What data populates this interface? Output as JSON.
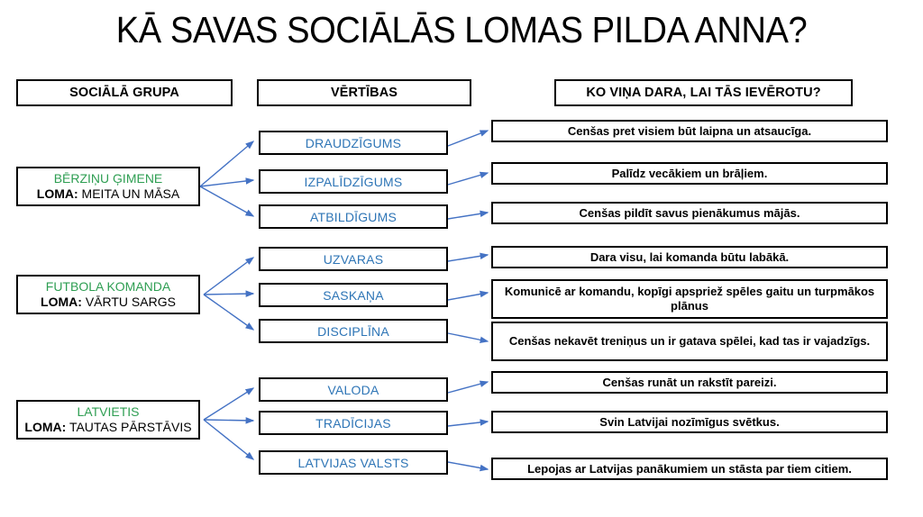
{
  "page": {
    "title": "KĀ SAVAS SOCIĀLĀS LOMAS PILDA ANNA?",
    "accent_green": "#2E9E52",
    "accent_blue": "#2E75B6",
    "arrow_color": "#4472C4",
    "background": "#FFFFFF"
  },
  "headers": {
    "col1": "SOCIĀLĀ GRUPA",
    "col2": "VĒRTĪBAS",
    "col3": "KO VIŅA DARA, LAI TĀS IEVĒROTU?"
  },
  "groups": [
    {
      "name": "BĒRZIŅU ĢIMENE",
      "role_label": "LOMA:",
      "role_value": " MEITA UN MĀSA",
      "values": [
        {
          "label": "DRAUDZĪGUMS",
          "action": "Cenšas pret visiem būt laipna un atsaucīga."
        },
        {
          "label": "IZPALĪDZĪGUMS",
          "action": "Palīdz vecākiem un brāļiem."
        },
        {
          "label": "ATBILDĪGUMS",
          "action": "Cenšas pildīt savus pienākumus mājās."
        }
      ]
    },
    {
      "name": "FUTBOLA KOMANDA",
      "role_label": "LOMA:",
      "role_value": " VĀRTU SARGS",
      "values": [
        {
          "label": "UZVARAS",
          "action": "Dara visu, lai komanda būtu labākā."
        },
        {
          "label": "SASKAŅA",
          "action": "Komunicē ar komandu, kopīgi apspriež spēles gaitu un turpmākos plānus"
        },
        {
          "label": "DISCIPLĪNA",
          "action": "Cenšas nekavēt treniņus un ir gatava spēlei, kad tas ir vajadzīgs."
        }
      ]
    },
    {
      "name": "LATVIETIS",
      "role_label": "LOMA:",
      "role_value": " TAUTAS PĀRSTĀVIS",
      "values": [
        {
          "label": "VALODA",
          "action": "Cenšas runāt un rakstīt pareizi."
        },
        {
          "label": "TRADĪCIJAS",
          "action": "Svin Latvijai nozīmīgus svētkus."
        },
        {
          "label": "LATVIJAS VALSTS",
          "action": "Lepojas ar Latvijas panākumiem un stāsta par tiem citiem."
        }
      ]
    }
  ]
}
